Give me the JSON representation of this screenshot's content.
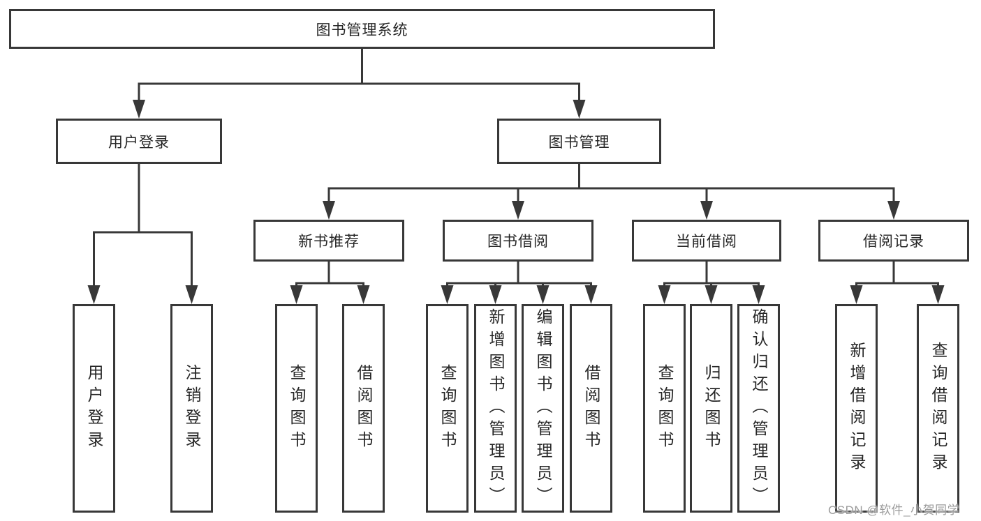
{
  "tree": {
    "label": "图书管理系统",
    "children": [
      {
        "label": "用户登录",
        "children": [
          {
            "label": "用户登录"
          },
          {
            "label": "注销登录"
          }
        ]
      },
      {
        "label": "图书管理",
        "children": [
          {
            "label": "新书推荐",
            "children": [
              {
                "label": "查询图书"
              },
              {
                "label": "借阅图书"
              }
            ]
          },
          {
            "label": "图书借阅",
            "children": [
              {
                "label": "查询图书"
              },
              {
                "label": "新增图书（管理员）"
              },
              {
                "label": "编辑图书（管理员）"
              },
              {
                "label": "借阅图书"
              }
            ]
          },
          {
            "label": "当前借阅",
            "children": [
              {
                "label": "查询图书"
              },
              {
                "label": "归还图书"
              },
              {
                "label": "确认归还（管理员）"
              }
            ]
          },
          {
            "label": "借阅记录",
            "children": [
              {
                "label": "新增借阅记录"
              },
              {
                "label": "查询借阅记录"
              }
            ]
          }
        ]
      }
    ]
  },
  "watermark": {
    "text": "CSDN @软件_小贺同学"
  },
  "colors": {
    "line": "#383838",
    "box_border": "#383838",
    "text": "#262626",
    "watermark": "#9b9b9b",
    "background": "#ffffff"
  }
}
